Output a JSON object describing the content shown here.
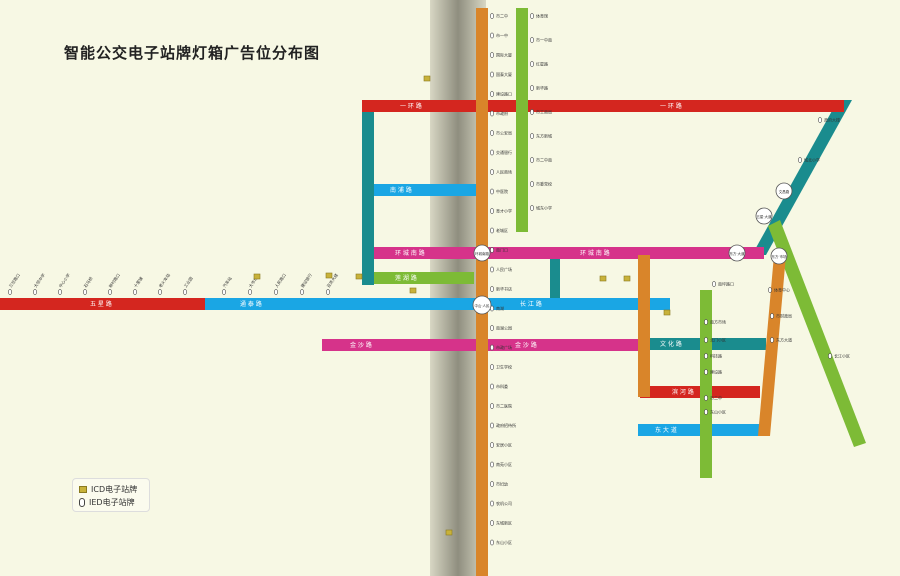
{
  "title": "智能公交电子站牌灯箱广告位分布图",
  "legend": {
    "icd_label": "ICD电子站牌",
    "ied_label": "IED电子站牌"
  },
  "colors": {
    "background": "#f7f8e4",
    "red_line": "#d4261f",
    "blue_line": "#1aa6e4",
    "magenta_line": "#d6338a",
    "orange_line": "#d9852a",
    "green_line": "#7dbb36",
    "teal_line": "#1a8c8e",
    "river": "#9b9a8a"
  },
  "roads": {
    "yihuan": "一 环 路",
    "huanpian": "环 城 南 路",
    "tongtai": "通 泰 路",
    "wuxing": "五 星 路",
    "jinjiang": "金 沙 路",
    "nanpu": "南 浦 路",
    "binhe": "滨 河 路",
    "changjiang": "长 江 路",
    "wenhua": "文 化 路",
    "lianhu": "莲 湖 路",
    "dongda": "东 大 道"
  },
  "hubs": {
    "h1": "环城南路",
    "h2": "中山·人民",
    "h3": "文昌路",
    "h4": "五星·大道",
    "h5": "东方·大道",
    "h6": "东方·市场"
  },
  "stops": {
    "yellow_v": [
      "市二中",
      "市一中",
      "国际大厦",
      "国泰大厦",
      "建设路口",
      "市政府",
      "市公安局",
      "交通银行",
      "人民商场",
      "中医院",
      "育才小学",
      "老城区",
      "南门口",
      "人民广场",
      "新华书店",
      "南湖",
      "南湖公园",
      "市政广场",
      "卫生学校",
      "市科委",
      "市二医院",
      "政府招待所",
      "安居小区",
      "南苑小区",
      "市妇幼",
      "农机公司",
      "东城新区",
      "东山小区"
    ],
    "green_v": [
      "体育馆",
      "市一中南",
      "红星路",
      "新华路",
      "市工商局",
      "东方新城",
      "市二中南",
      "市委党校",
      "城东小学"
    ],
    "red_h": [
      "三岔路口",
      "大坝中学",
      "中心小学",
      "石马桥",
      "新村路口",
      "十里铺",
      "老火车站",
      "工业园"
    ],
    "blue_h": [
      "汽车站",
      "大市场",
      "人民路口",
      "建设银行",
      "百货大楼"
    ],
    "right_lines": [
      "南方市场",
      "北门小区",
      "科技路",
      "建设路",
      "市二中",
      "东山小区",
      "南坪路口",
      "体育中心",
      "市财政局",
      "东方大道",
      "政府大楼",
      "城北小学",
      "长江小区"
    ]
  }
}
